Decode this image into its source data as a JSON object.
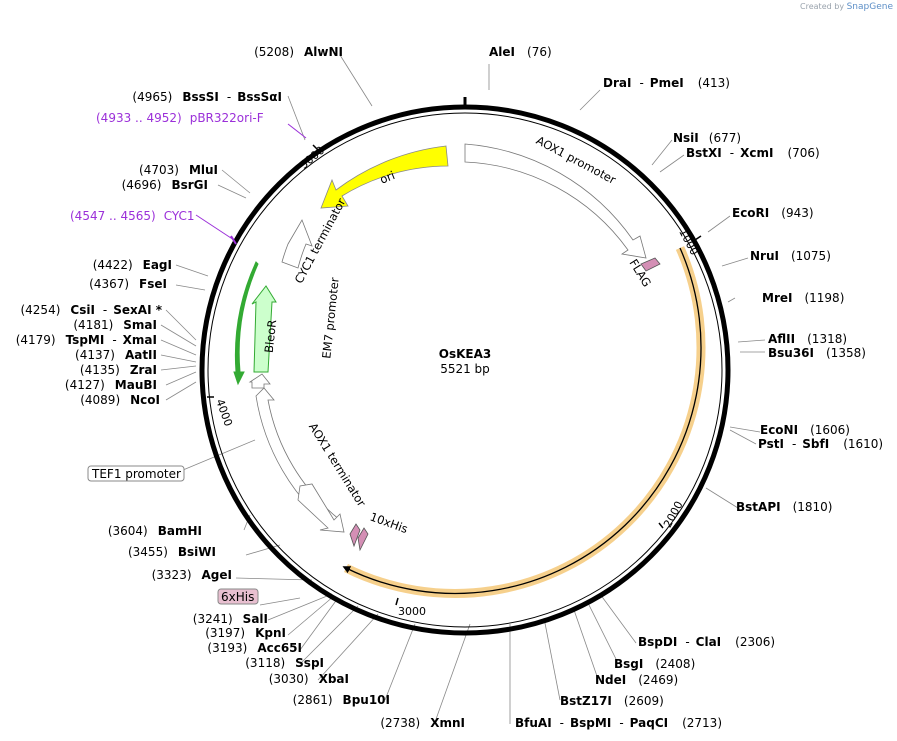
{
  "credit": {
    "prefix": "Created by",
    "brand": "SnapGene"
  },
  "plasmid": {
    "name": "OsKEA3",
    "length": "5521 bp"
  },
  "ruler": [
    "1000",
    "2000",
    "3000",
    "4000",
    "5000"
  ],
  "features": {
    "ori": "ori",
    "aox1_promoter": "AOX1 promoter",
    "flag": "FLAG",
    "cyc1_terminator": "CYC1 terminator",
    "bleor": "BleoR",
    "em7_promoter": "EM7 promoter",
    "aox1_terminator": "AOX1 terminator",
    "his10": "10xHis",
    "tef1_promoter": "TEF1 promoter",
    "his6": "6xHis"
  },
  "primers": [
    {
      "pos": "(4933 .. 4952)",
      "name": "pBR322ori-F"
    },
    {
      "pos": "(4547 .. 4565)",
      "name": "CYC1"
    }
  ],
  "sites_right": [
    {
      "name": "AleI",
      "pos": "(76)"
    },
    {
      "name": "DraI",
      "sep": "-",
      "name2": "PmeI",
      "pos": "(413)"
    },
    {
      "name": "NsiI",
      "pos": "(677)"
    },
    {
      "name": "BstXI",
      "sep": "-",
      "name2": "XcmI",
      "pos": "(706)"
    },
    {
      "name": "EcoRI",
      "pos": "(943)"
    },
    {
      "name": "NruI",
      "pos": "(1075)"
    },
    {
      "name": "MreI",
      "pos": "(1198)"
    },
    {
      "name": "AflII",
      "pos": "(1318)"
    },
    {
      "name": "Bsu36I",
      "pos": "(1358)"
    },
    {
      "name": "EcoNI",
      "pos": "(1606)"
    },
    {
      "name": "PstI",
      "sep": "-",
      "name2": "SbfI",
      "pos": "(1610)"
    },
    {
      "name": "BstAPI",
      "pos": "(1810)"
    },
    {
      "name": "BspDI",
      "sep": "-",
      "name2": "ClaI",
      "pos": "(2306)"
    },
    {
      "name": "BsgI",
      "pos": "(2408)"
    },
    {
      "name": "NdeI",
      "pos": "(2469)"
    },
    {
      "name": "BstZ17I",
      "pos": "(2609)"
    },
    {
      "name": "BfuAI",
      "sep": "-",
      "name2": "BspMI",
      "sep2": "-",
      "name3": "PaqCI",
      "pos": "(2713)"
    }
  ],
  "sites_left": [
    {
      "pos": "(5208)",
      "name": "AlwNI"
    },
    {
      "pos": "(4965)",
      "name": "BssSI",
      "sep": "-",
      "name2": "BssSαI"
    },
    {
      "pos": "(4703)",
      "name": "MluI"
    },
    {
      "pos": "(4696)",
      "name": "BsrGI"
    },
    {
      "pos": "(4422)",
      "name": "EagI"
    },
    {
      "pos": "(4367)",
      "name": "FseI"
    },
    {
      "pos": "(4254)",
      "name": "CsiI",
      "sep": "-",
      "name2": "SexAI *"
    },
    {
      "pos": "(4181)",
      "name": "SmaI"
    },
    {
      "pos": "(4179)",
      "name": "TspMI",
      "sep": "-",
      "name2": "XmaI"
    },
    {
      "pos": "(4137)",
      "name": "AatII"
    },
    {
      "pos": "(4135)",
      "name": "ZraI"
    },
    {
      "pos": "(4127)",
      "name": "MauBI"
    },
    {
      "pos": "(4089)",
      "name": "NcoI"
    },
    {
      "pos": "(3604)",
      "name": "BamHI"
    },
    {
      "pos": "(3455)",
      "name": "BsiWI"
    },
    {
      "pos": "(3323)",
      "name": "AgeI"
    },
    {
      "pos": "(3241)",
      "name": "SalI"
    },
    {
      "pos": "(3197)",
      "name": "KpnI"
    },
    {
      "pos": "(3193)",
      "name": "Acc65I"
    },
    {
      "pos": "(3118)",
      "name": "SspI"
    },
    {
      "pos": "(3030)",
      "name": "XbaI"
    },
    {
      "pos": "(2861)",
      "name": "Bpu10I"
    },
    {
      "pos": "(2738)",
      "name": "XmnI"
    }
  ]
}
